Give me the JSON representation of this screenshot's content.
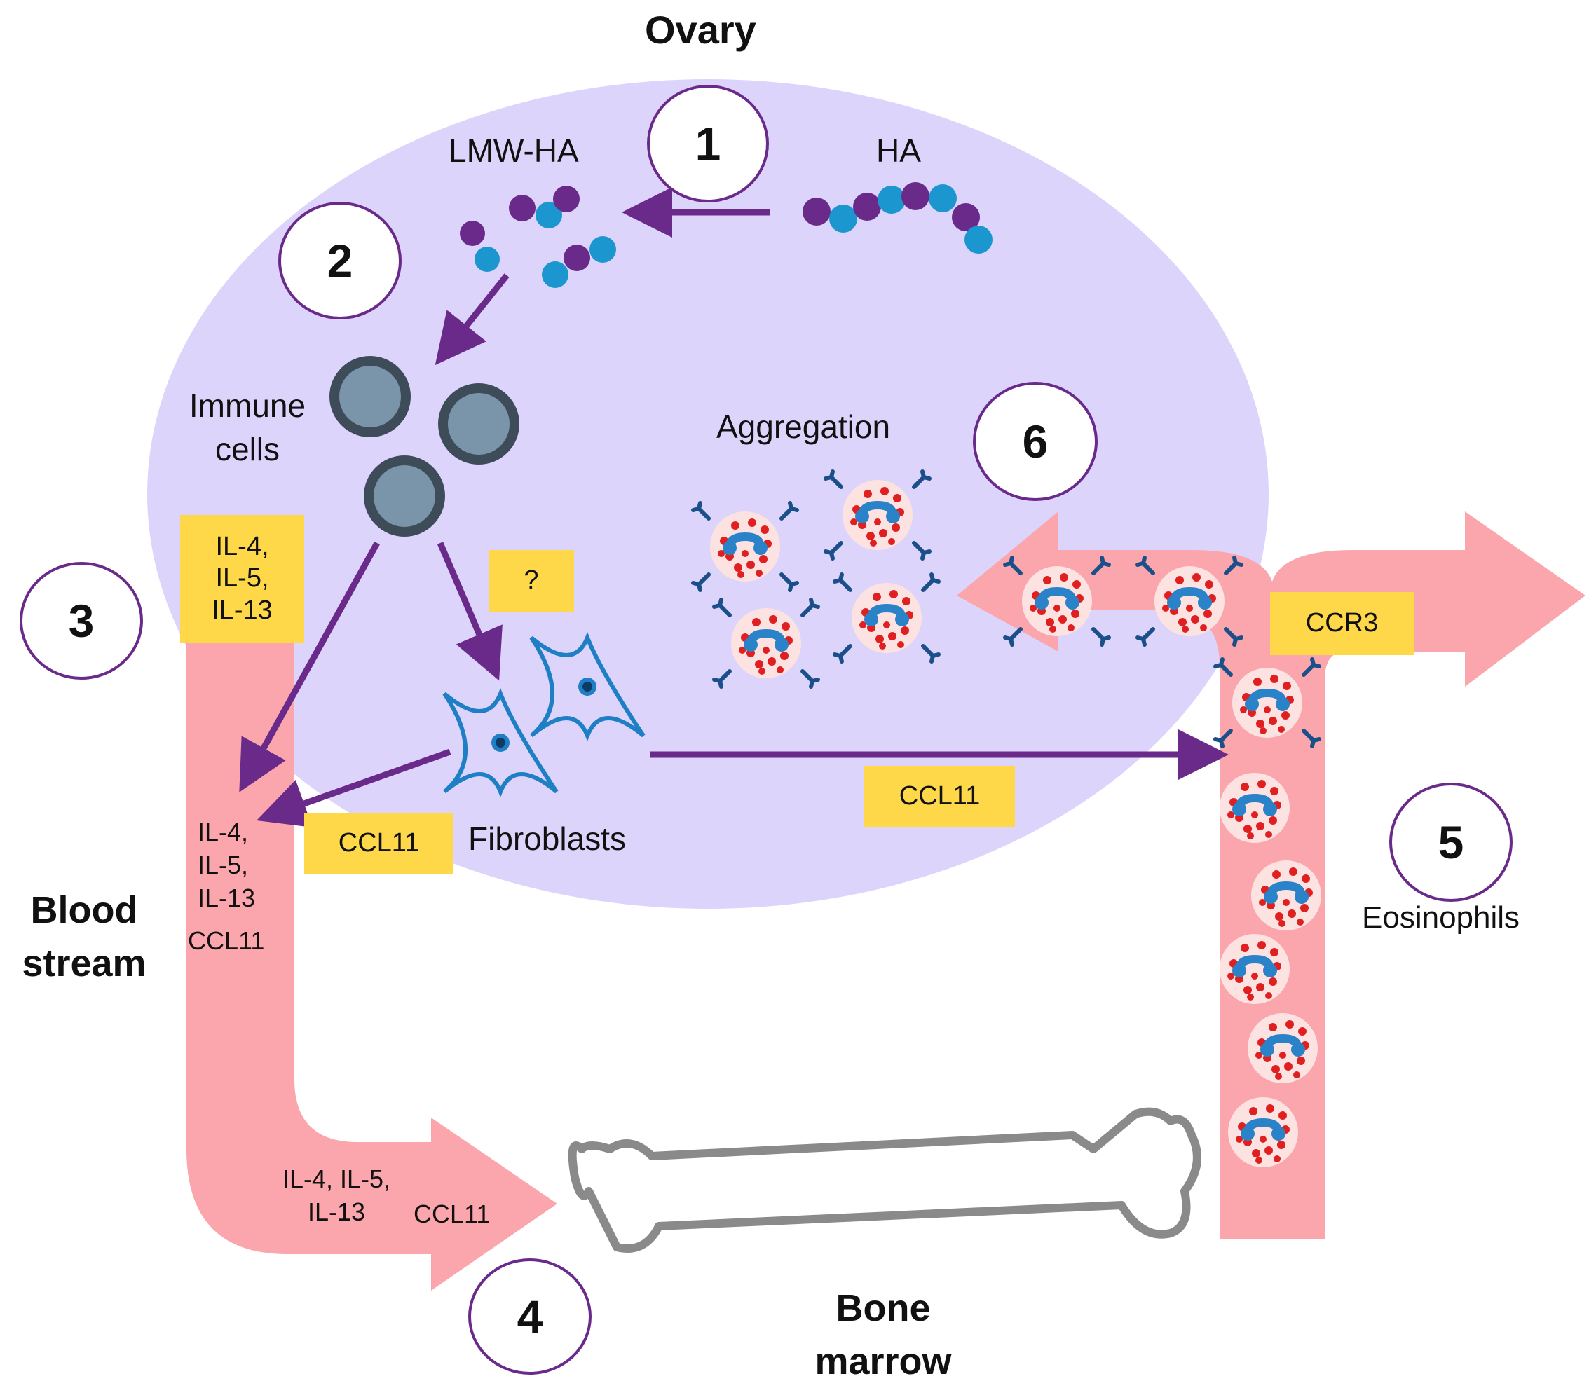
{
  "title": "Ovary",
  "labels": {
    "lmw_ha": "LMW-HA",
    "ha": "HA",
    "immune_cells": "Immune\ncells",
    "aggregation": "Aggregation",
    "fibroblasts": "Fibroblasts",
    "blood_stream": "Blood\nstream",
    "bone_marrow": "Bone\nmarrow",
    "eosinophils": "Eosinophils"
  },
  "steps": [
    "1",
    "2",
    "3",
    "4",
    "5",
    "6"
  ],
  "boxes": {
    "il_cytokines": "IL-4,\nIL-5,\nIL-13",
    "unknown": "?",
    "ccl11_fibroblast": "CCL11",
    "ccl11_path": "CCL11",
    "ccr3": "CCR3"
  },
  "stream_text": {
    "blood_il": "IL-4,\nIL-5,\nIL-13",
    "blood_ccl11": "CCL11",
    "marrow_il": "IL-4, IL-5,\nIL-13",
    "marrow_ccl11": "CCL11"
  },
  "colors": {
    "ovary": "#ddd4fc",
    "stream": "#fba6ac",
    "arrow": "#6a2a8a",
    "box": "#ffd84a",
    "ha_purple": "#6a2a8a",
    "ha_teal": "#1b96cf",
    "immune_cell": "#7a94aa",
    "fibroblast": "#1e7fc4",
    "eosinophil_granule": "#e02020",
    "eosinophil_nucleus": "#2a82c8",
    "bone": "#8a8a8a"
  },
  "icons": [
    "ha-chain-icon",
    "lmw-ha-fragment-icon",
    "immune-cell-icon",
    "fibroblast-icon",
    "eosinophil-icon",
    "bone-icon"
  ]
}
